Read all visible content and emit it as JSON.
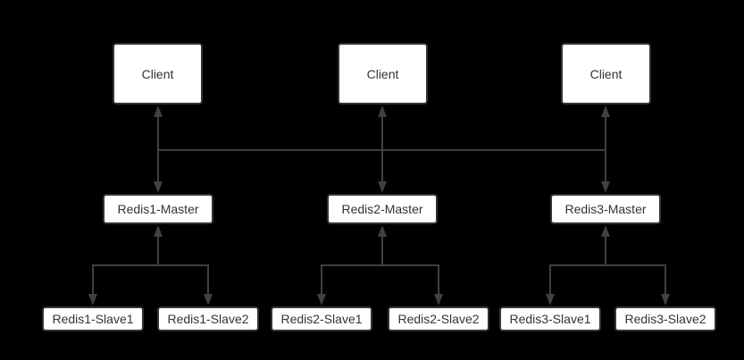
{
  "diagram": {
    "colors": {
      "background": "#000000",
      "node_fill": "#ffffff",
      "node_border": "#333333",
      "connector": "#404040",
      "text": "#333333"
    },
    "clients": [
      {
        "label": "Client"
      },
      {
        "label": "Client"
      },
      {
        "label": "Client"
      }
    ],
    "masters": [
      {
        "label": "Redis1-Master"
      },
      {
        "label": "Redis2-Master"
      },
      {
        "label": "Redis3-Master"
      }
    ],
    "slaves": [
      {
        "label": "Redis1-Slave1"
      },
      {
        "label": "Redis1-Slave2"
      },
      {
        "label": "Redis2-Slave1"
      },
      {
        "label": "Redis2-Slave2"
      },
      {
        "label": "Redis3-Slave1"
      },
      {
        "label": "Redis3-Slave2"
      }
    ]
  }
}
